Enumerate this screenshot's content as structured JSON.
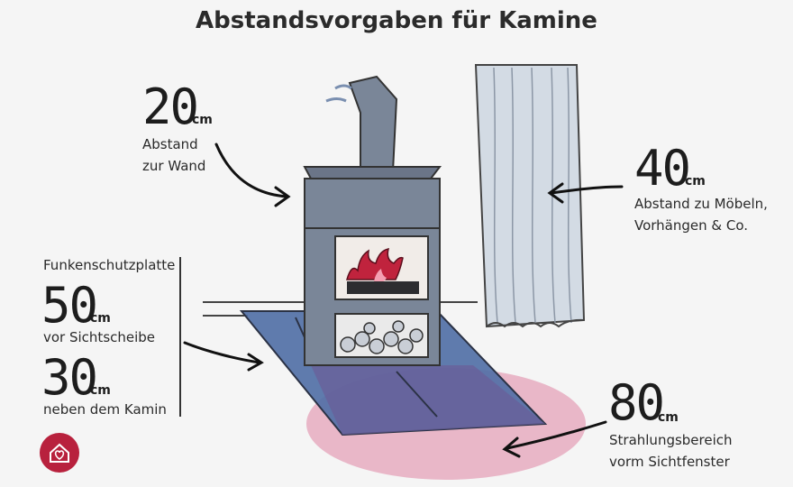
{
  "title": "Abstandsvorgaben für Kamine",
  "wall": {
    "value": "20",
    "unit": "cm",
    "label_line1": "Abstand",
    "label_line2": "zur Wand"
  },
  "furniture": {
    "value": "40",
    "unit": "cm",
    "label_line1": "Abstand zu Möbeln,",
    "label_line2": "Vorhängen & Co."
  },
  "spark_plate": {
    "heading": "Funkenschutzplatte",
    "front": {
      "value": "50",
      "unit": "cm",
      "label": "vor Sichtscheibe"
    },
    "side": {
      "value": "30",
      "unit": "cm",
      "label": "neben dem Kamin"
    }
  },
  "radiation": {
    "value": "80",
    "unit": "cm",
    "label_line1": "Strahlungsbereich",
    "label_line2": "vorm Sichtfenster"
  },
  "colors": {
    "stove": "#7a8698",
    "plate": "#4f6ea5",
    "radiation_zone": "#e9b7c8",
    "curtain": "#d3dbe4",
    "fire": "#c0233d",
    "logo": "#b8213d"
  },
  "icons": [
    "stove-illustration",
    "curtain-illustration",
    "arrow-icon",
    "house-heart-logo-icon"
  ]
}
